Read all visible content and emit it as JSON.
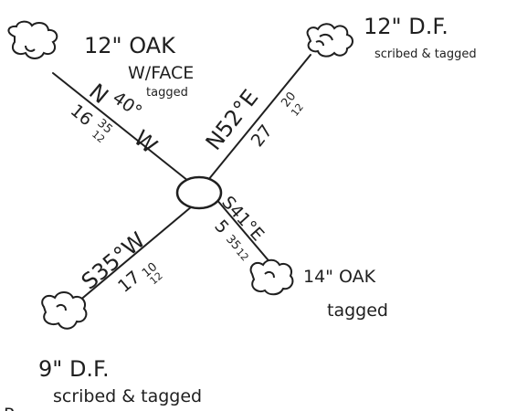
{
  "center_label": "",
  "trees": [
    {
      "id": "nw",
      "size_species": "12\" OAK",
      "note": "W/FACE",
      "status": "tagged"
    },
    {
      "id": "ne",
      "size_species": "12\" D.F.",
      "status": "scribed & tagged"
    },
    {
      "id": "se",
      "size_species": "14\" OAK",
      "status": "tagged"
    },
    {
      "id": "sw",
      "size_species": "9\" D.F.",
      "status": "scribed & tagged"
    }
  ],
  "bearings": {
    "nw": {
      "n_letter": "N",
      "angle": "40°",
      "w_letter": "W",
      "distance_whole": "16",
      "distance_frac_top": "35",
      "distance_frac_bottom": "12"
    },
    "ne": {
      "bearing": "N52°E",
      "distance_whole": "27",
      "distance_frac_top": "20",
      "distance_frac_bottom": "12"
    },
    "se": {
      "bearing": "S41°E",
      "distance_whole": "5",
      "distance_frac_top": "35",
      "distance_frac_bottom": "12"
    },
    "sw": {
      "bearing": "S35°W",
      "distance_whole": "17",
      "distance_frac_top": "10",
      "distance_frac_bottom": "12"
    }
  },
  "footer_mark": "P"
}
